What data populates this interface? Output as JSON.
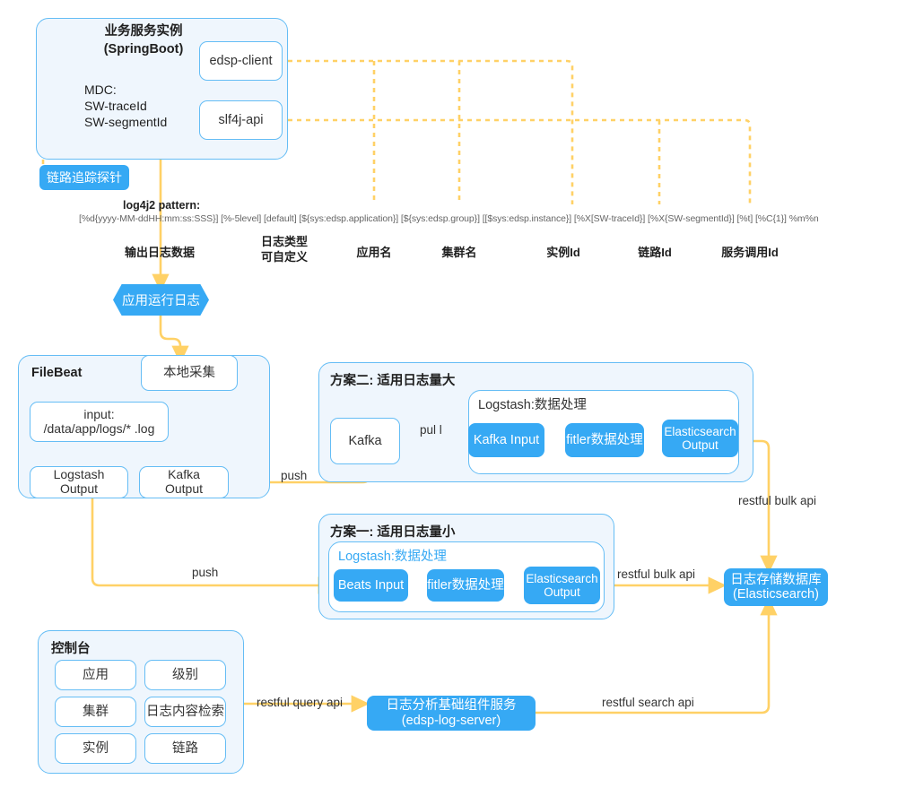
{
  "service_instance": {
    "title": "业务服务实例\n(SpringBoot)",
    "mdc_label": "MDC:\nSW-traceId\nSW-segmentId",
    "modules": [
      {
        "name": "edsp-client"
      },
      {
        "name": "slf4j-api"
      }
    ],
    "probe_badge": "链路追踪探针"
  },
  "pattern": {
    "heading": "log4j2 pattern:",
    "text": "[%d{yyyy-MM-ddHH:mm:ss:SSS}] [%-5level] [default] [${sys:edsp.application}] [${sys:edsp.group}] [[$sys:edsp.instance}] [%X[SW-traceId}] [%X{SW-segmentId}] [%t] [%C{1}] %m%n",
    "annotations": [
      {
        "label": "输出日志数据"
      },
      {
        "label": "日志类型\n可自定义"
      },
      {
        "label": "应用名"
      },
      {
        "label": "集群名"
      },
      {
        "label": "实例Id"
      },
      {
        "label": "链路Id"
      },
      {
        "label": "服务调用Id"
      }
    ]
  },
  "runtime_log": {
    "label": "应用运行日志"
  },
  "filebeat": {
    "title": "FileBeat",
    "local_collect": "本地采集",
    "input": "input:\n/data/app/logs/* .log",
    "outputs": [
      {
        "label": "Logstash\nOutput"
      },
      {
        "label": "Kafka\nOutput"
      }
    ]
  },
  "plan_two": {
    "title": "方案二: 适用日志量大",
    "kafka": "Kafka",
    "pull_label": "pul l",
    "logstash_title": "Logstash:数据处理",
    "stages": [
      {
        "label": "Kafka Input"
      },
      {
        "label": "fitler数据处理"
      },
      {
        "label": "Elasticsearch\nOutput"
      }
    ]
  },
  "plan_one": {
    "title": "方案一: 适用日志量小",
    "logstash_title": "Logstash:数据处理",
    "stages": [
      {
        "label": "Beats Input"
      },
      {
        "label": "fitler数据处理"
      },
      {
        "label": "Elasticsearch\nOutput"
      }
    ]
  },
  "console": {
    "title": "控制台",
    "items": [
      {
        "label": "应用"
      },
      {
        "label": "级别"
      },
      {
        "label": "集群"
      },
      {
        "label": "日志内容检索"
      },
      {
        "label": "实例"
      },
      {
        "label": "链路"
      }
    ]
  },
  "log_server": {
    "label": "日志分析基础组件服务\n(edsp-log-server)"
  },
  "log_storage": {
    "label": "日志存储数据库\n(Elasticsearch)"
  },
  "edge_labels": {
    "push_kafka": "push",
    "push_beats": "push",
    "bulk_api_right": "restful bulk api",
    "bulk_api_plan_one": "restful bulk api",
    "query_api": "restful query api",
    "search_api": "restful search api"
  },
  "colors": {
    "accent_blue": "#36a9f4",
    "panel_fill": "#eff6fd",
    "panel_border": "#65bdf5",
    "wire": "#ffd166",
    "text": "#2b2b2b"
  }
}
